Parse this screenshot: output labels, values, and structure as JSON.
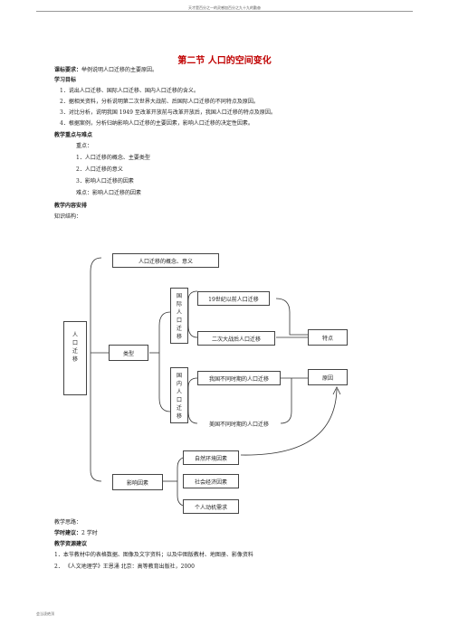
{
  "header_text": "天才是百分之一的灵感加百分之九十九的勤奋",
  "title": "第二节   人口的空间变化",
  "standard_label": "课标要求：",
  "standard_text": "举例说明人口迁移的主要原因。",
  "goals_heading": "学习目标",
  "goals": [
    "1．说出人口迁移、国际人口迁移、国内人口迁移的含义。",
    "2．据相关资料，分析说明第二次世界大战前、后国际人口迁移的不同特点及原因。",
    "3．对比分析，说明我国 1949 至改革开放前与改革开放后，我国人口迁移的特点及原因。",
    "4．根据案例，分析归纳影响人口迁移的主要因素，影响人口迁移的决定性因素。"
  ],
  "keypoints_heading": "教学重点与难点",
  "keypoints_label": "重点：",
  "keypoints": [
    "1．人口迁移的概念、主要类型",
    "2．人口迁移的意义",
    "3．影响人口迁移的因素"
  ],
  "difficulty": "难点：影响人口迁移的因素",
  "content_heading": "教学内容安排",
  "structure_label": "知识结构：",
  "diagram": {
    "root": "人口迁移",
    "concept": "人口迁移的概念、意义",
    "type": "类型",
    "international": "国际人口迁移",
    "domestic": "国内人口迁移",
    "intl_before": "19世纪以前人口迁移",
    "intl_after": "二次大战后人口迁移",
    "dom_before": "我国不同时期的人口迁移",
    "dom_after": "美国不同时期的人口迁移",
    "feature": "特点",
    "reason": "原因",
    "factors": "影响因素",
    "factor_1": "自然环境因素",
    "factor_2": "社会经济因素",
    "factor_3": "个人动机需求"
  },
  "thought_label": "教学思路：",
  "hours_label": "学时建议：",
  "hours_text": "2 学时",
  "resources_heading": "教学资源建议",
  "resources": [
    "1．本节教材中的表格数据、图像及文字资料；以及中图版教材、地图册、影像资料",
    "2．  《人文地理学》王恩涌   北京：高等教育出版社，2000"
  ],
  "footer_text": "会当凌绝顶"
}
